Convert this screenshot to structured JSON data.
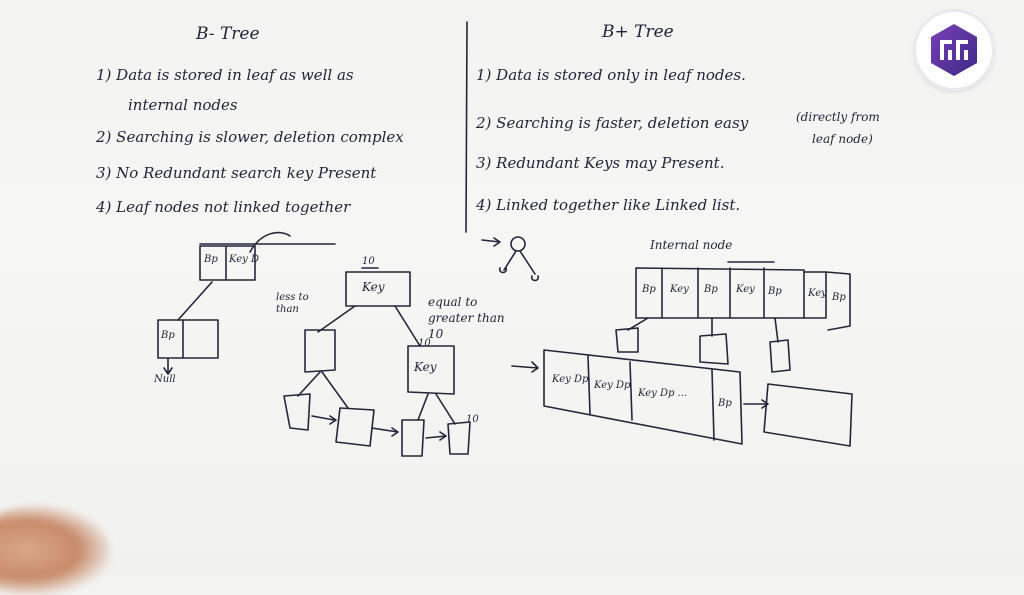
{
  "left": {
    "title": "B- Tree",
    "points": [
      "1) Data is stored in leaf as well as",
      "internal nodes",
      "2) Searching is slower, deletion complex",
      "3) No Redundant search key Present",
      "4) Leaf nodes not linked together"
    ]
  },
  "right": {
    "title": "B+ Tree",
    "points": [
      "1) Data is stored only in leaf nodes.",
      "2) Searching is faster, deletion easy",
      "(directly from",
      "leaf node)",
      "3) Redundant Keys may Present.",
      "4) Linked together like Linked list."
    ]
  },
  "diagram_labels": {
    "bp": "Bp",
    "key": "Key",
    "key_d": "Key D",
    "null": "Null",
    "ten": "10",
    "less_than": "less to than",
    "equal_greater": "equal to greater than 10",
    "internal_node": "Internal node",
    "leaf_cells": [
      "Key Dp",
      "Key Dp",
      "Key Dp ..."
    ],
    "internal_cells": [
      "Bp",
      "Key",
      "Bp",
      "Key",
      "Bp",
      "Key",
      "Bp"
    ]
  }
}
